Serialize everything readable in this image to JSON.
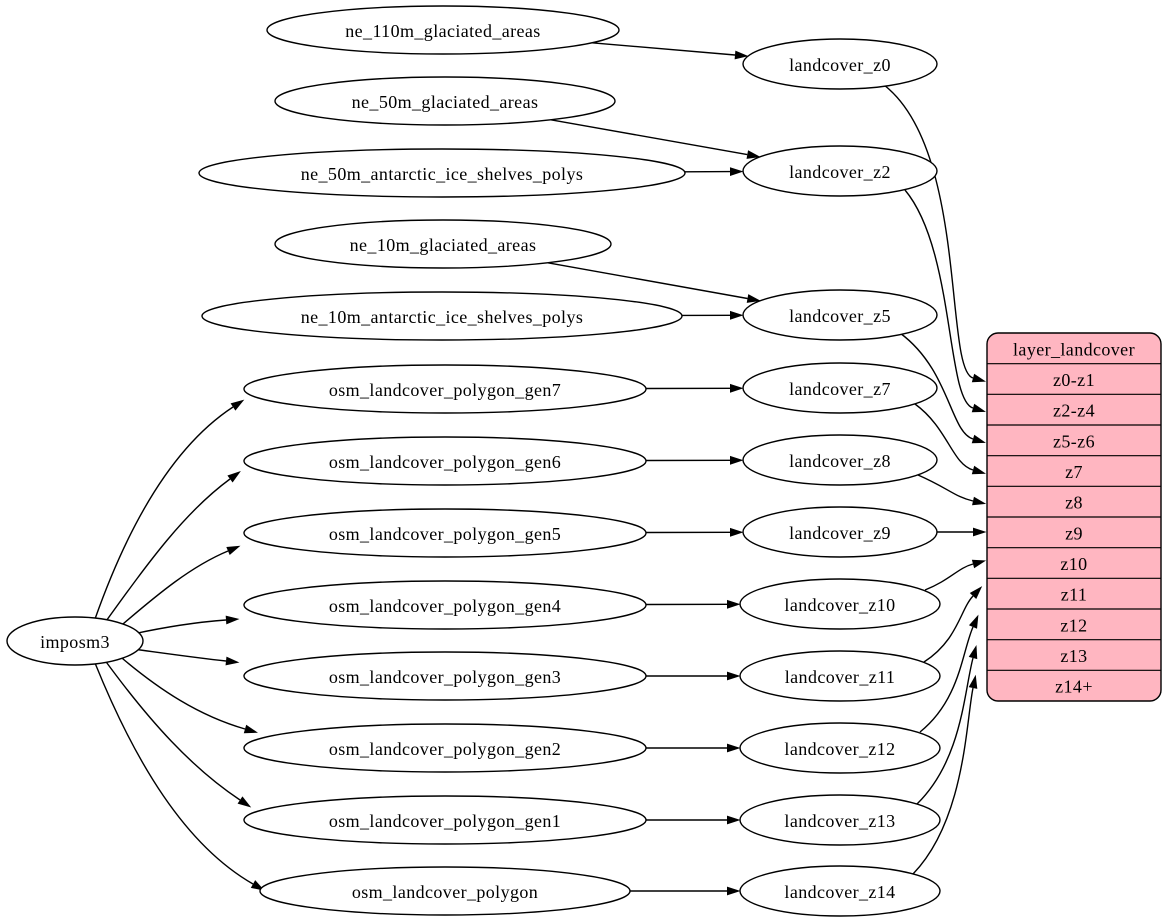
{
  "colors": {
    "background": "#ffffff",
    "node_fill": "#ffffff",
    "record_fill": "#ffb6c1",
    "stroke": "#000000",
    "text": "#000000"
  },
  "nodes": [
    {
      "id": "imposm3",
      "label": "imposm3"
    },
    {
      "id": "ne_110m_glaciated_areas",
      "label": "ne_110m_glaciated_areas"
    },
    {
      "id": "ne_50m_glaciated_areas",
      "label": "ne_50m_glaciated_areas"
    },
    {
      "id": "ne_50m_antarctic_ice_shelves_polys",
      "label": "ne_50m_antarctic_ice_shelves_polys"
    },
    {
      "id": "ne_10m_glaciated_areas",
      "label": "ne_10m_glaciated_areas"
    },
    {
      "id": "ne_10m_antarctic_ice_shelves_polys",
      "label": "ne_10m_antarctic_ice_shelves_polys"
    },
    {
      "id": "osm_landcover_polygon_gen7",
      "label": "osm_landcover_polygon_gen7"
    },
    {
      "id": "osm_landcover_polygon_gen6",
      "label": "osm_landcover_polygon_gen6"
    },
    {
      "id": "osm_landcover_polygon_gen5",
      "label": "osm_landcover_polygon_gen5"
    },
    {
      "id": "osm_landcover_polygon_gen4",
      "label": "osm_landcover_polygon_gen4"
    },
    {
      "id": "osm_landcover_polygon_gen3",
      "label": "osm_landcover_polygon_gen3"
    },
    {
      "id": "osm_landcover_polygon_gen2",
      "label": "osm_landcover_polygon_gen2"
    },
    {
      "id": "osm_landcover_polygon_gen1",
      "label": "osm_landcover_polygon_gen1"
    },
    {
      "id": "osm_landcover_polygon",
      "label": "osm_landcover_polygon"
    },
    {
      "id": "landcover_z0",
      "label": "landcover_z0"
    },
    {
      "id": "landcover_z2",
      "label": "landcover_z2"
    },
    {
      "id": "landcover_z5",
      "label": "landcover_z5"
    },
    {
      "id": "landcover_z7",
      "label": "landcover_z7"
    },
    {
      "id": "landcover_z8",
      "label": "landcover_z8"
    },
    {
      "id": "landcover_z9",
      "label": "landcover_z9"
    },
    {
      "id": "landcover_z10",
      "label": "landcover_z10"
    },
    {
      "id": "landcover_z11",
      "label": "landcover_z11"
    },
    {
      "id": "landcover_z12",
      "label": "landcover_z12"
    },
    {
      "id": "landcover_z13",
      "label": "landcover_z13"
    },
    {
      "id": "landcover_z14",
      "label": "landcover_z14"
    }
  ],
  "table": {
    "id": "layer_landcover",
    "header": "layer_landcover",
    "rows": [
      "z0-z1",
      "z2-z4",
      "z5-z6",
      "z7",
      "z8",
      "z9",
      "z10",
      "z11",
      "z12",
      "z13",
      "z14+"
    ]
  },
  "edges": [
    {
      "from": "ne_110m_glaciated_areas",
      "to": "landcover_z0"
    },
    {
      "from": "ne_50m_glaciated_areas",
      "to": "landcover_z2"
    },
    {
      "from": "ne_50m_antarctic_ice_shelves_polys",
      "to": "landcover_z2"
    },
    {
      "from": "ne_10m_glaciated_areas",
      "to": "landcover_z5"
    },
    {
      "from": "ne_10m_antarctic_ice_shelves_polys",
      "to": "landcover_z5"
    },
    {
      "from": "imposm3",
      "to": "osm_landcover_polygon_gen7"
    },
    {
      "from": "imposm3",
      "to": "osm_landcover_polygon_gen6"
    },
    {
      "from": "imposm3",
      "to": "osm_landcover_polygon_gen5"
    },
    {
      "from": "imposm3",
      "to": "osm_landcover_polygon_gen4"
    },
    {
      "from": "imposm3",
      "to": "osm_landcover_polygon_gen3"
    },
    {
      "from": "imposm3",
      "to": "osm_landcover_polygon_gen2"
    },
    {
      "from": "imposm3",
      "to": "osm_landcover_polygon_gen1"
    },
    {
      "from": "imposm3",
      "to": "osm_landcover_polygon"
    },
    {
      "from": "osm_landcover_polygon_gen7",
      "to": "landcover_z7"
    },
    {
      "from": "osm_landcover_polygon_gen6",
      "to": "landcover_z8"
    },
    {
      "from": "osm_landcover_polygon_gen5",
      "to": "landcover_z9"
    },
    {
      "from": "osm_landcover_polygon_gen4",
      "to": "landcover_z10"
    },
    {
      "from": "osm_landcover_polygon_gen3",
      "to": "landcover_z11"
    },
    {
      "from": "osm_landcover_polygon_gen2",
      "to": "landcover_z12"
    },
    {
      "from": "osm_landcover_polygon_gen1",
      "to": "landcover_z13"
    },
    {
      "from": "osm_landcover_polygon",
      "to": "landcover_z14"
    },
    {
      "from": "landcover_z0",
      "to": "layer_landcover:z0-z1"
    },
    {
      "from": "landcover_z2",
      "to": "layer_landcover:z2-z4"
    },
    {
      "from": "landcover_z5",
      "to": "layer_landcover:z5-z6"
    },
    {
      "from": "landcover_z7",
      "to": "layer_landcover:z7"
    },
    {
      "from": "landcover_z8",
      "to": "layer_landcover:z8"
    },
    {
      "from": "landcover_z9",
      "to": "layer_landcover:z9"
    },
    {
      "from": "landcover_z10",
      "to": "layer_landcover:z10"
    },
    {
      "from": "landcover_z11",
      "to": "layer_landcover:z11"
    },
    {
      "from": "landcover_z12",
      "to": "layer_landcover:z12"
    },
    {
      "from": "landcover_z13",
      "to": "layer_landcover:z13"
    },
    {
      "from": "landcover_z14",
      "to": "layer_landcover:z14+"
    }
  ]
}
